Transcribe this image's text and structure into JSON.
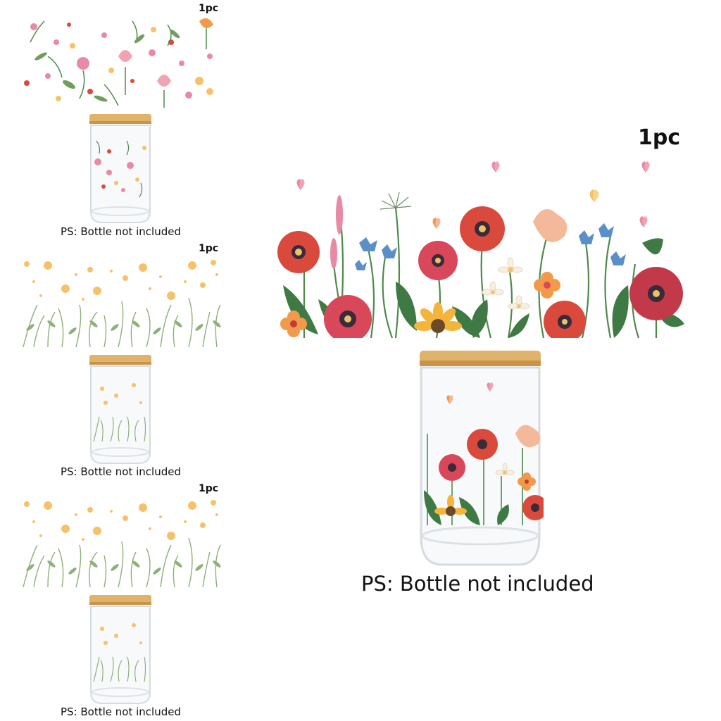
{
  "listing": {
    "panels": [
      {
        "qty": "1pc",
        "note": "PS:  Bottle not included",
        "design": "mixed-wildflowers"
      },
      {
        "qty": "1pc",
        "note": "PS:  Bottle not included",
        "design": "daisy-meadow"
      },
      {
        "qty": "1pc",
        "note": "PS:  Bottle not included",
        "design": "daisy-meadow"
      },
      {
        "qty": "1pc",
        "note": "PS:  Bottle not included",
        "design": "poppy-garden"
      }
    ]
  },
  "colors": {
    "poppy_red": "#d94a3c",
    "poppy_dark": "#c23a3a",
    "peach": "#f4b99a",
    "orange": "#f2994a",
    "blue": "#5b8fc9",
    "pink": "#e88aa6",
    "leaf": "#4f8a4a",
    "sage": "#8fb07a",
    "daisy_yellow": "#f5c26b",
    "lid_wood": "#e0b36a",
    "glass_edge": "#d6dbe0"
  }
}
